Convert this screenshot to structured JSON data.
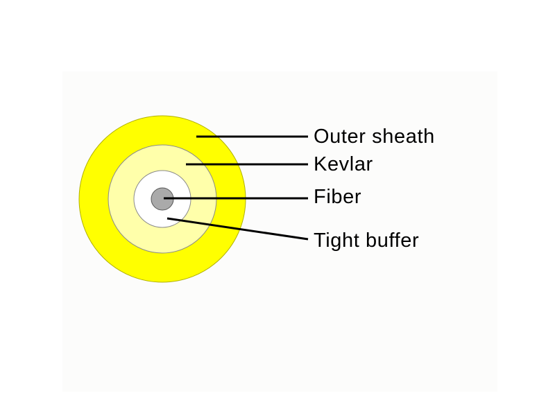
{
  "diagram": {
    "labels": {
      "outer_sheath": "Outer sheath",
      "kevlar": "Kevlar",
      "fiber": "Fiber",
      "tight_buffer": "Tight buffer"
    },
    "colors": {
      "outer_sheath": "#ffff00",
      "kevlar": "#ffffaa",
      "tight_buffer": "#ffffff",
      "fiber": "#aaaaaa",
      "outline": "#8a8a8a",
      "background": "#fcfcfb"
    }
  }
}
